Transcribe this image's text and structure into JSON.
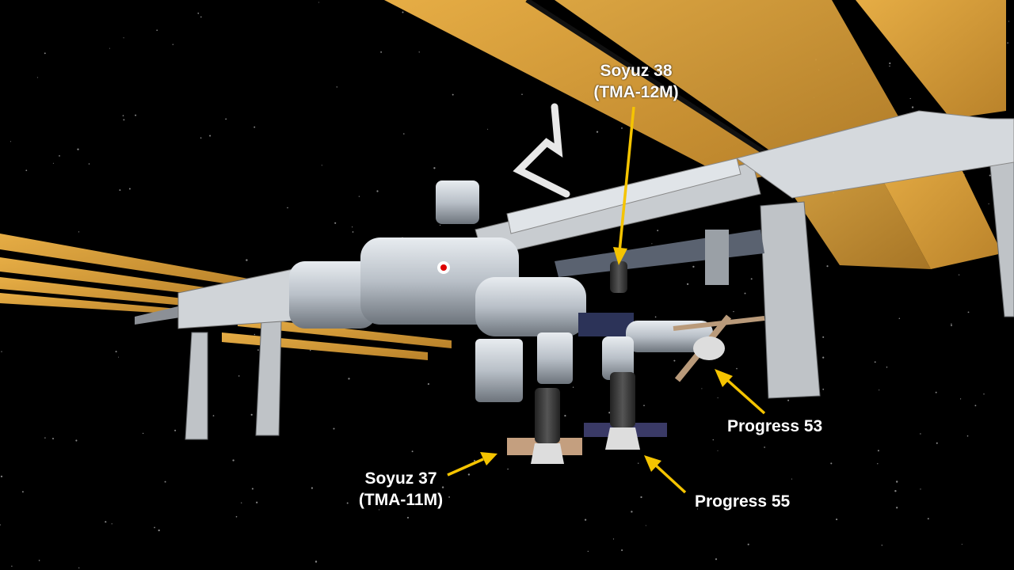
{
  "labels": {
    "soyuz38": {
      "line1": "Soyuz 38",
      "line2": "(TMA-12M)"
    },
    "soyuz37": {
      "line1": "Soyuz 37",
      "line2": "(TMA-11M)"
    },
    "progress53": "Progress 53",
    "progress55": "Progress 55"
  },
  "module_logo": "JAPAN",
  "colors": {
    "background": "#000000",
    "arrow": "#f5c400",
    "solar_array": "#d9a23a",
    "label_text": "#ffffff"
  }
}
